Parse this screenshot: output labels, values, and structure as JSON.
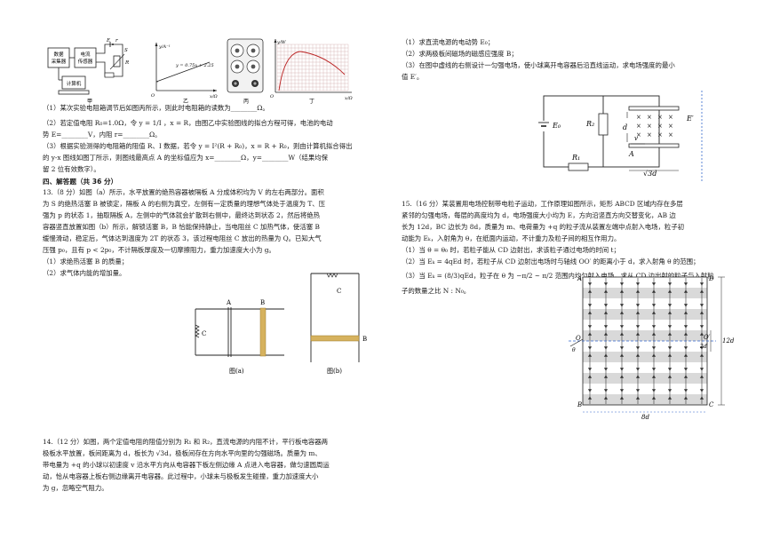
{
  "top_figures": {
    "jia": {
      "box1": "数据\n采集器",
      "box1a": "数据",
      "box1b": "采集器",
      "box2a": "电流",
      "box2b": "传感器",
      "computer": "计算机",
      "E": "E",
      "r": "r",
      "S": "S",
      "R": "R",
      "caption": "甲"
    },
    "yi": {
      "yaxis": "y/A⁻¹",
      "equation": "y = 0.75x + 2.25",
      "xaxis": "x/Ω",
      "origin": "O",
      "caption": "乙"
    },
    "bing": {
      "caption": "丙"
    },
    "ding": {
      "yaxis": "y/W",
      "xaxis": "x/Ω",
      "origin": "O",
      "caption": "丁"
    }
  },
  "left": {
    "q12_1": "（1）某次实验电阻箱调节后如图丙所示，则此时电阻箱的读数为________Ω。",
    "q12_2a": "（2）若定值电阻 R₀=1.0Ω，令 y = 1/I ，x = R，由图乙中实验图线的拟合方程可得，电池的电动",
    "q12_2b": "势 E=________V，内阻 r=________Ω。",
    "q12_3a": "（3）根据实验测得的电阻箱的阻值 R、I 数据，若令 y = I²(R + R₀)，x = R + R₀，则由计算机拟合得出",
    "q12_3b": "的 y-x 图线如图丁所示，则图线最高点 A 的坐标值应为 x=________Ω，y=________W（结果均保",
    "q12_3c": "留 2 位有效数字）。",
    "section4": "四、解答题（共 36 分）",
    "q13_1": "13.（8 分）如图（a）所示，水平放置的绝热容器被隔板 A 分成体积均为 V 的左右两部分。面积",
    "q13_2": "为 S 的绝热活塞 B 被锁定，隔板 A 的右侧为真空，左侧有一定质量的理想气体处于温度为 T、压",
    "q13_3": "强为 p 的状态 1，抽取隔板 A，左侧中的气体就会扩散到右侧中，最终达到状态 2，然后将绝热",
    "q13_4": "容器竖直放置如图（b）所示，解锁活塞 B，B 恰能保持静止，当电阻丝 C 加热气体，使活塞 B",
    "q13_5": "缓慢滑动，稳定后，气体达到温度为 2T 的状态 3，该过程电阻丝 C 放出的热量为 Q。已知大气",
    "q13_6": "压强 p₀，且有 p < 2p₀，不计隔板厚度及一切摩擦阻力，重力加速度大小为 g。",
    "q13_s1": "（1）求绝热活塞 B 的质量；",
    "q13_s2": "（2）求气体内能的增加量。",
    "fig_a_caption": "图(a)",
    "fig_b_caption": "图(b)",
    "label_A": "A",
    "label_B": "B",
    "label_C": "C",
    "q14_1": "14.（12 分）如图，两个定值电阻的阻值分别为 R₁ 和 R₂，直流电源的内阻不计，平行板电容器两",
    "q14_2": "极板水平放置，板间距离为 d，板长为 √3d，极板间存在方向水平向里的匀强磁场。质量为 m、",
    "q14_3": "带电量为 +q 的小球以初速度 v 沿水平方向从电容器下板左侧边缘 A 点进入电容器，做匀速圆周运",
    "q14_4": "动，恰从电容器上板右侧边缘离开电容器。此过程中，小球未与极板发生碰撞，重力加速度大小",
    "q14_5": "为 g，忽略空气阻力。"
  },
  "right": {
    "q14_s1": "（1）求直流电源的电动势 E₀；",
    "q14_s2": "（2）求两极板间磁场的磁感应强度 B；",
    "q14_s3a": "（3）在图中虚线的右侧设计一匀强电场，使小球离开电容器后沿直线运动，求电场强度的最小",
    "q14_s3b": "值 E′。",
    "circuit": {
      "E0": "E₀",
      "R2": "R₂",
      "R1": "R₁",
      "d": "d",
      "v": "v",
      "A": "A",
      "Eprime": "E′",
      "len": "√3d"
    },
    "q15_1": "15.（16 分）某装置用电场控制带电粒子运动，工作原理如图所示，矩形 ABCD 区域内存在多层",
    "q15_2": "紧邻的匀强电场，每层的高度均为 d，电场强度大小均为 E，方向沿竖直方向交替变化，AB 边",
    "q15_3": "长为 12d，BC 边长为 8d，质量为 m、电荷量为 +q 的粒子流从装置左端中点射入电场，粒子初",
    "q15_4": "动能为 Eₖ，入射角为 θ，在纸面内运动，不计重力及粒子间的相互作用力。",
    "q15_s1": "（1）当 θ = θ₀ 时，若粒子能从 CD 边射出，求该粒子通过电场的时间 t；",
    "q15_s2": "（2）当 Eₖ = 4qEd 时，若粒子从 CD 边射出电场时与轴线 OO′ 的距离小于 d，求入射角 θ 的范围；",
    "q15_s3a": "（3）当 Eₖ = (8/3)qEd，粒子在 θ 为 −π/2 ~ π/2 范围内均匀射入电场，求从 CD 边出射的粒子与入射粒",
    "q15_s3b": "子的数量之比 N : N₀。",
    "field": {
      "A": "A",
      "B": "B",
      "C": "C",
      "D": "D",
      "O": "O",
      "Oprime": "O′",
      "theta": "θ",
      "d2": "2d",
      "d12": "12d",
      "d8": "8d"
    }
  }
}
